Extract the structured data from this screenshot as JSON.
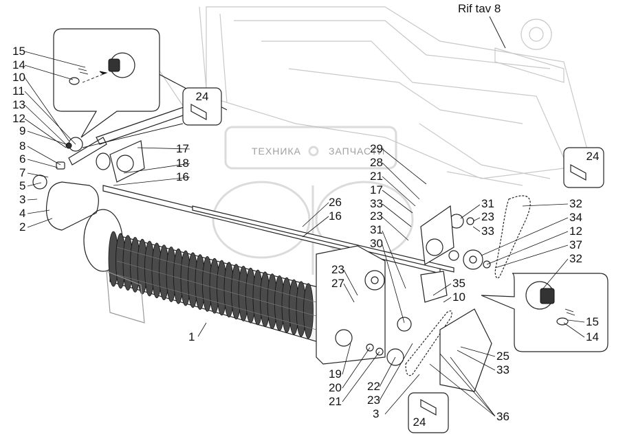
{
  "reference_label": "Rif tav 8",
  "watermark": {
    "text_left": "ТЕХНИКА",
    "text_right": "ЗАПЧАСТИ",
    "logo": "ЭПФ"
  },
  "callout_number": "24",
  "labels": {
    "l15a": "15",
    "l14a": "14",
    "l10a": "10",
    "l11": "11",
    "l13": "13",
    "l12a": "12",
    "l9": "9",
    "l8": "8",
    "l6": "6",
    "l7": "7",
    "l5": "5",
    "l3a": "3",
    "l4": "4",
    "l2": "2",
    "l17a": "17",
    "l18": "18",
    "l16a": "16",
    "l29": "29",
    "l28": "28",
    "l21a": "21",
    "l17b": "17",
    "l33a": "33",
    "l23a": "23",
    "l31a": "31",
    "l30": "30",
    "l26": "26",
    "l16b": "16",
    "l31b": "31",
    "l23b": "23",
    "l33b": "33",
    "l32a": "32",
    "l34": "34",
    "l12b": "12",
    "l37": "37",
    "l32b": "32",
    "l23c": "23",
    "l27": "27",
    "l35": "35",
    "l10b": "10",
    "l15b": "15",
    "l14b": "14",
    "l1": "1",
    "l19": "19",
    "l20": "20",
    "l21b": "21",
    "l22": "22",
    "l23d": "23",
    "l3b": "3",
    "l25": "25",
    "l33c": "33",
    "l36": "36"
  }
}
